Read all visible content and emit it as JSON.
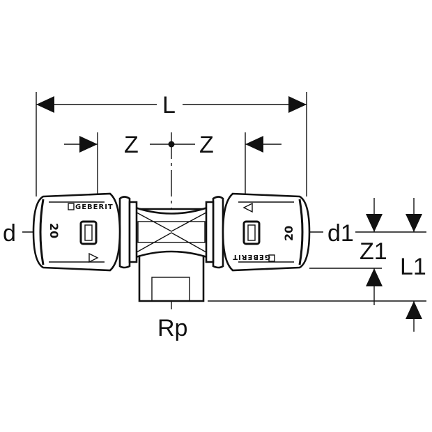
{
  "dimensions": {
    "overall_length": "L",
    "center_left": "Z",
    "center_right": "Z",
    "pipe_diameter_left": "d",
    "pipe_diameter_right": "d1",
    "branch_offset": "Z1",
    "branch_length": "L1",
    "branch_thread": "Rp"
  },
  "fitting_markings": {
    "size_left": "20",
    "size_right": "20",
    "brand_left": "GEBERIT",
    "brand_right": "GEBERIT"
  },
  "colors": {
    "line": "#111111",
    "background": "#ffffff"
  },
  "icons": [
    "arrow-head-icon",
    "center-dot-icon"
  ]
}
